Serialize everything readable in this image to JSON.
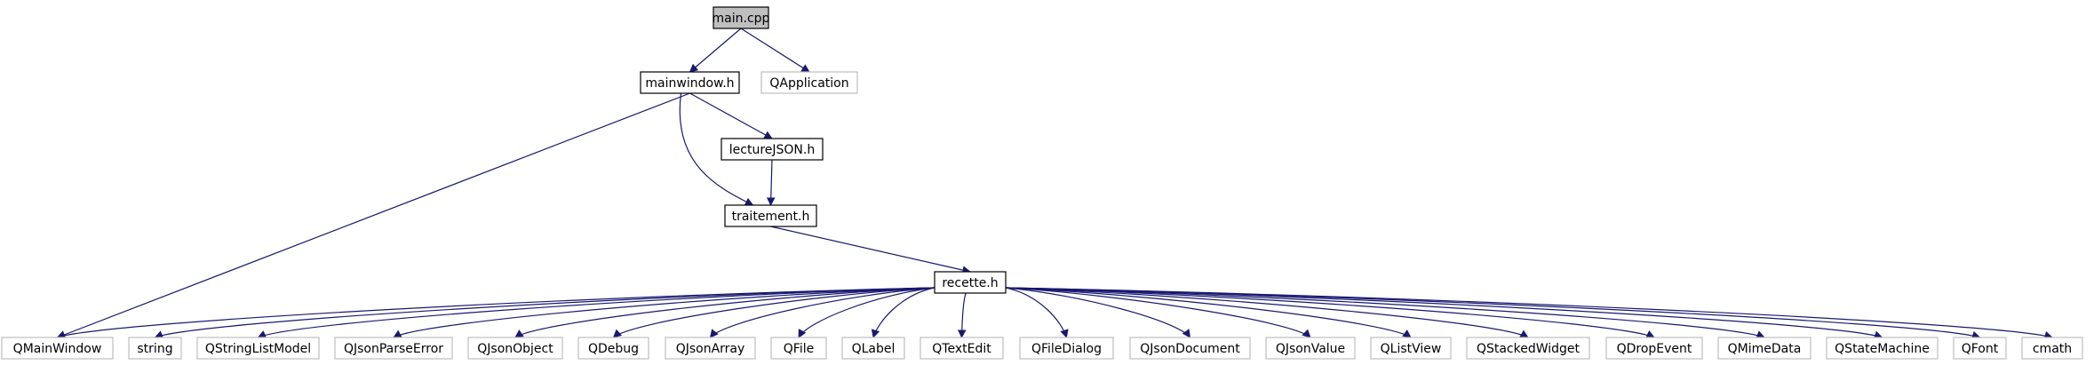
{
  "nodes": [
    {
      "id": "main",
      "label": "main.cpp",
      "style": "root"
    },
    {
      "id": "mainwindow",
      "label": "mainwindow.h",
      "style": "file"
    },
    {
      "id": "qapplication",
      "label": "QApplication",
      "style": "external"
    },
    {
      "id": "lecturejson",
      "label": "lectureJSON.h",
      "style": "file"
    },
    {
      "id": "traitement",
      "label": "traitement.h",
      "style": "file"
    },
    {
      "id": "recette",
      "label": "recette.h",
      "style": "file"
    },
    {
      "id": "qmainwindow",
      "label": "QMainWindow",
      "style": "external"
    },
    {
      "id": "string",
      "label": "string",
      "style": "external"
    },
    {
      "id": "qstringlistmodel",
      "label": "QStringListModel",
      "style": "external"
    },
    {
      "id": "qjsonparseerror",
      "label": "QJsonParseError",
      "style": "external"
    },
    {
      "id": "qjsonobject",
      "label": "QJsonObject",
      "style": "external"
    },
    {
      "id": "qdebug",
      "label": "QDebug",
      "style": "external"
    },
    {
      "id": "qjsonarray",
      "label": "QJsonArray",
      "style": "external"
    },
    {
      "id": "qfile",
      "label": "QFile",
      "style": "external"
    },
    {
      "id": "qlabel",
      "label": "QLabel",
      "style": "external"
    },
    {
      "id": "qtextedit",
      "label": "QTextEdit",
      "style": "external"
    },
    {
      "id": "qfiledialog",
      "label": "QFileDialog",
      "style": "external"
    },
    {
      "id": "qjsondocument",
      "label": "QJsonDocument",
      "style": "external"
    },
    {
      "id": "qjsonvalue",
      "label": "QJsonValue",
      "style": "external"
    },
    {
      "id": "qlistview",
      "label": "QListView",
      "style": "external"
    },
    {
      "id": "qstackedwidget",
      "label": "QStackedWidget",
      "style": "external"
    },
    {
      "id": "qdropevent",
      "label": "QDropEvent",
      "style": "external"
    },
    {
      "id": "qmimedata",
      "label": "QMimeData",
      "style": "external"
    },
    {
      "id": "qstatemachine",
      "label": "QStateMachine",
      "style": "external"
    },
    {
      "id": "qfont",
      "label": "QFont",
      "style": "external"
    },
    {
      "id": "cmath",
      "label": "cmath",
      "style": "external"
    }
  ],
  "edges": [
    [
      "main",
      "mainwindow"
    ],
    [
      "main",
      "qapplication"
    ],
    [
      "mainwindow",
      "qmainwindow"
    ],
    [
      "mainwindow",
      "lecturejson"
    ],
    [
      "mainwindow",
      "traitement"
    ],
    [
      "lecturejson",
      "traitement"
    ],
    [
      "traitement",
      "recette"
    ],
    [
      "recette",
      "qmainwindow"
    ],
    [
      "recette",
      "string"
    ],
    [
      "recette",
      "qstringlistmodel"
    ],
    [
      "recette",
      "qjsonparseerror"
    ],
    [
      "recette",
      "qjsonobject"
    ],
    [
      "recette",
      "qdebug"
    ],
    [
      "recette",
      "qjsonarray"
    ],
    [
      "recette",
      "qfile"
    ],
    [
      "recette",
      "qlabel"
    ],
    [
      "recette",
      "qtextedit"
    ],
    [
      "recette",
      "qfiledialog"
    ],
    [
      "recette",
      "qjsondocument"
    ],
    [
      "recette",
      "qjsonvalue"
    ],
    [
      "recette",
      "qlistview"
    ],
    [
      "recette",
      "qstackedwidget"
    ],
    [
      "recette",
      "qdropevent"
    ],
    [
      "recette",
      "qmimedata"
    ],
    [
      "recette",
      "qstatemachine"
    ],
    [
      "recette",
      "qfont"
    ],
    [
      "recette",
      "cmath"
    ]
  ],
  "colors": {
    "edge": "#191970",
    "root_fill": "#bfbfbf",
    "file_stroke": "#000000",
    "external_stroke": "#bfbfbf",
    "text": "#000000"
  }
}
